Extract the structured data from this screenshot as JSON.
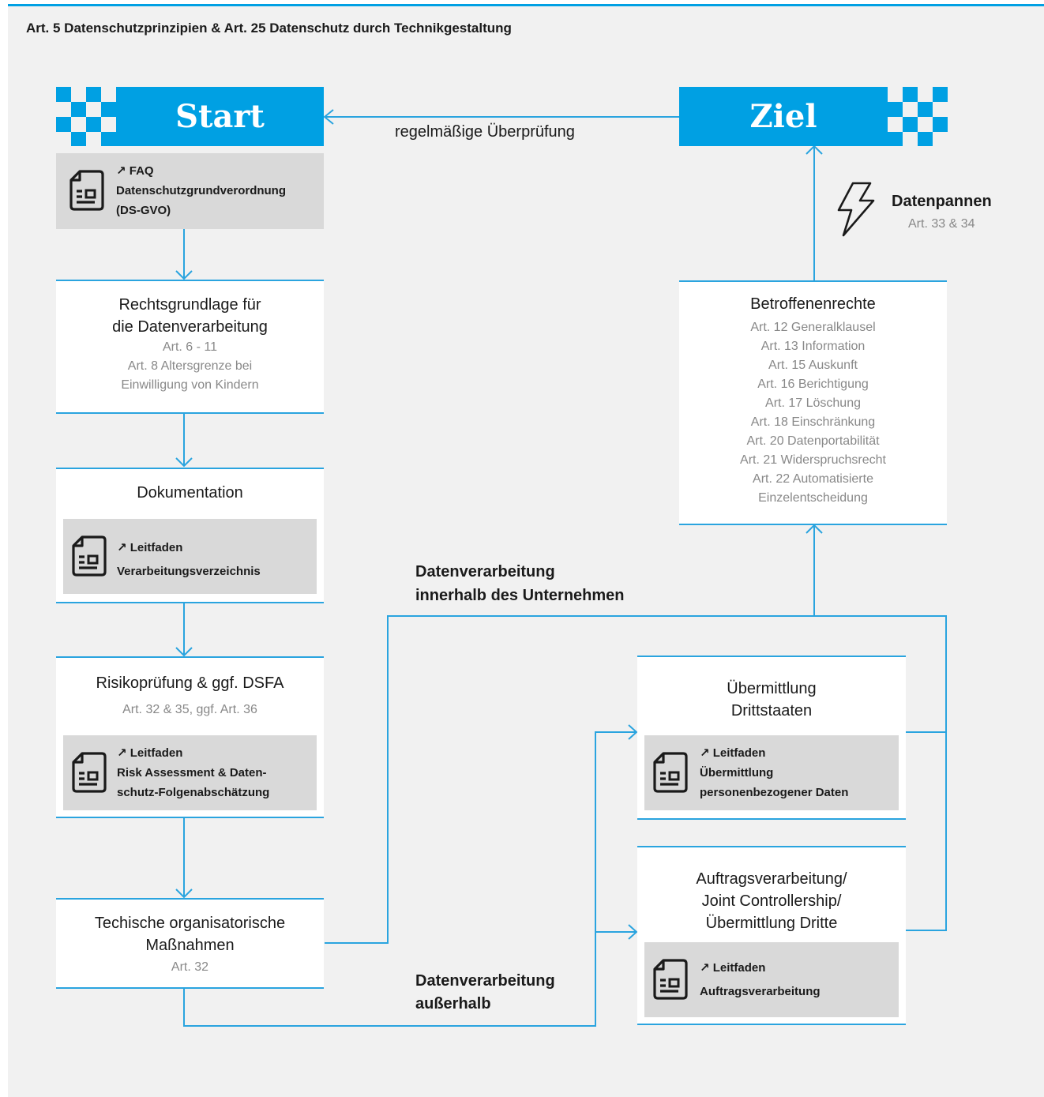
{
  "heading": "Art. 5 Datenschutzprinzipien & Art. 25 Datenschutz durch Technikgestaltung",
  "start": {
    "label": "Start"
  },
  "ziel": {
    "label": "Ziel"
  },
  "review_label": "regelmäßige Überprüfung",
  "faq": {
    "line1": "↗ FAQ",
    "line2": "Datenschutzgrundverordnung",
    "line3": "(DS-GVO)"
  },
  "rechtsgrundlage": {
    "title1": "Rechtsgrundlage für",
    "title2": "die Datenverarbeitung",
    "sub1": "Art. 6 - 11",
    "sub2": "Art. 8 Altersgrenze bei",
    "sub3": "Einwilligung von Kindern"
  },
  "dokumentation": {
    "title": "Dokumentation",
    "doc_line1": "↗ Leitfaden",
    "doc_line2": "Verarbeitungsverzeichnis"
  },
  "risiko": {
    "title": "Risikoprüfung & ggf. DSFA",
    "sub": "Art. 32 & 35, ggf. Art. 36",
    "doc_line1": "↗ Leitfaden",
    "doc_line2": "Risk Assessment & Daten-",
    "doc_line3": "schutz-Folgenabschätzung"
  },
  "tom": {
    "title1": "Techische organisatorische",
    "title2": "Maßnahmen",
    "sub": "Art. 32"
  },
  "betroffenenrechte": {
    "title": "Betroffenenrechte",
    "items": [
      "Art. 12 Generalklausel",
      "Art. 13 Information",
      "Art. 15 Auskunft",
      "Art. 16 Berichtigung",
      "Art. 17 Löschung",
      "Art. 18 Einschränkung",
      "Art. 20 Datenportabilität",
      "Art. 21 Widerspruchsrecht",
      "Art. 22 Automatisierte",
      "Einzelentscheidung"
    ]
  },
  "datenpannen": {
    "title": "Datenpannen",
    "sub": "Art. 33 & 34"
  },
  "innerhalb": {
    "line1": "Datenverarbeitung",
    "line2": "innerhalb des Unternehmen"
  },
  "ausserhalb": {
    "line1": "Datenverarbeitung",
    "line2": "außerhalb"
  },
  "drittstaaten": {
    "title1": "Übermittlung",
    "title2": "Drittstaaten",
    "doc_line1": "↗ Leitfaden",
    "doc_line2": "Übermittlung",
    "doc_line3": "personenbezogener Daten"
  },
  "auftrag": {
    "title1": "Auftragsverarbeitung/",
    "title2": "Joint Controllership/",
    "title3": "Übermittlung Dritte",
    "doc_line1": "↗ Leitfaden",
    "doc_line2": "Auftragsverarbeitung"
  },
  "colors": {
    "accent": "#00a0e3",
    "line": "#2aa4df",
    "background": "#f1f1f1",
    "doc_bg": "#d9d9d9"
  },
  "icons": [
    "document-icon",
    "lightning-icon",
    "checkered-flag-icon",
    "arrow-up-right-icon"
  ]
}
